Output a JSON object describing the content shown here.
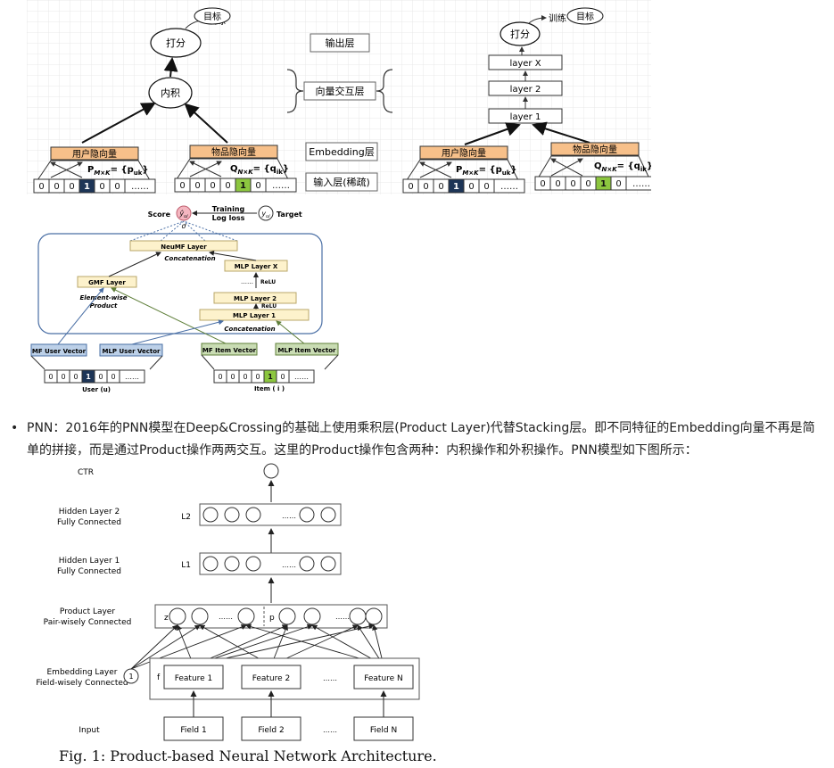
{
  "diagram1": {
    "train_label": "训练",
    "target_label": "目标",
    "score_node": "打分",
    "inner_product_node": "内积",
    "output_layer_label": "输出层",
    "interaction_layer_label": "向量交互层",
    "embedding_layer_label": "Embedding层",
    "input_layer_label": "输入层(稀疏)",
    "user_vector_label": "用户隐向量",
    "item_vector_label": "物品隐向量",
    "user_matrix_label": "P",
    "user_matrix_sub": "M×K",
    "user_matrix_eq": "= {p",
    "user_matrix_eq_sub": "uk",
    "user_matrix_end": "}",
    "item_matrix_label": "Q",
    "item_matrix_sub": "N×K",
    "item_matrix_eq": "= {q",
    "item_matrix_eq_sub": "ik",
    "item_matrix_end": "}",
    "user_input_cells": [
      "0",
      "0",
      "0",
      "1",
      "0",
      "0",
      "……"
    ],
    "item_input_cells": [
      "0",
      "0",
      "0",
      "0",
      "1",
      "0",
      "……"
    ],
    "layer_x": "layer X",
    "layer_2": "layer 2",
    "layer_1": "layer 1"
  },
  "diagram2": {
    "score_label": "Score",
    "y_hat": "ŷ",
    "y_hat_sub": "ui",
    "sigma": "σ",
    "training_label": "Training",
    "log_loss_label": "Log loss",
    "y_label": "y",
    "y_sub": "ui",
    "target_label": "Target",
    "neumf_layer": "NeuMF Layer",
    "concatenation_top": "Concatenation",
    "gmf_layer": "GMF Layer",
    "mlp_layer_x": "MLP Layer X",
    "dots_label": "……",
    "relu_top": "ReLU",
    "mlp_layer_2": "MLP Layer 2",
    "relu_bottom": "ReLU",
    "mlp_layer_1": "MLP Layer 1",
    "element_wise_1": "Element-wise",
    "element_wise_2": "Product",
    "concatenation_bottom": "Concatenation",
    "mf_user_vector": "MF User Vector",
    "mlp_user_vector": "MLP User Vector",
    "mf_item_vector": "MF Item Vector",
    "mlp_item_vector": "MLP Item Vector",
    "user_cells": [
      "0",
      "0",
      "0",
      "1",
      "0",
      "0",
      "……"
    ],
    "item_cells": [
      "0",
      "0",
      "0",
      "0",
      "1",
      "0",
      "……"
    ],
    "user_label": "User (u)",
    "item_label": "Item ( i )"
  },
  "paragraph": {
    "bullet": "•",
    "text": "PNN：2016年的PNN模型在Deep&Crossing的基础上使用乘积层(Product Layer)代替Stacking层。即不同特征的Embedding向量不再是简单的拼接，而是通过Product操作两两交互。这里的Product操作包含两种：内积操作和外积操作。PNN模型如下图所示："
  },
  "diagram3": {
    "ctr_label": "CTR",
    "hidden2_line1": "Hidden Layer 2",
    "hidden2_line2": "Fully Connected",
    "l2_label": "L2",
    "hidden1_line1": "Hidden Layer 1",
    "hidden1_line2": "Fully Connected",
    "l1_label": "L1",
    "product_line1": "Product Layer",
    "product_line2": "Pair-wisely Connected",
    "z_label": "z",
    "p_label": "p",
    "embedding_line1": "Embedding Layer",
    "embedding_line2": "Field-wisely Connected",
    "one_label": "1",
    "f_label": "f",
    "feature_1": "Feature 1",
    "feature_2": "Feature 2",
    "feature_n": "Feature N",
    "input_label": "Input",
    "field_1": "Field 1",
    "field_2": "Field 2",
    "field_n": "Field N",
    "dots": "……",
    "caption": "Fig. 1: Product-based Neural Network Architecture."
  },
  "colors": {
    "orange_box": "#f7c08a",
    "dark_cell": "#1d3557",
    "green_cell": "#8cc63f",
    "blue_vector": "#bcd0e8",
    "green_vector": "#c9dcb3",
    "yellow_layer": "#fdf2cc",
    "container_border": "#4a6fa5",
    "score_pink": "#f4b6c0"
  }
}
